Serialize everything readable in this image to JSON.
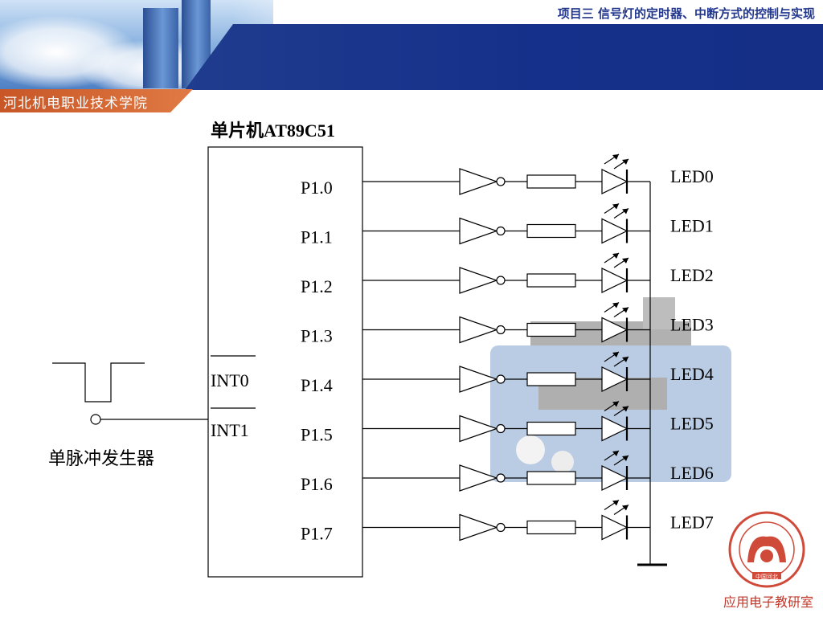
{
  "header": {
    "title": "项目三  信号灯的定时器、中断方式的控制与实现",
    "school": "河北机电职业技术学院"
  },
  "footer": {
    "text": "应用电子教研室"
  },
  "seal": {
    "label": "中国河北"
  },
  "colors": {
    "title": "#23378d",
    "school_band": "#d4602c",
    "footer": "#c0392b",
    "banner_navy": "#1a358c"
  },
  "diagram": {
    "mcu_label": "单片机AT89C51",
    "pins": [
      "P1.0",
      "P1.1",
      "P1.2",
      "P1.3",
      "P1.4",
      "P1.5",
      "P1.6",
      "P1.7"
    ],
    "leds": [
      "LED0",
      "LED1",
      "LED2",
      "LED3",
      "LED4",
      "LED5",
      "LED6",
      "LED7"
    ],
    "int0": "INT0",
    "int1": "INT1",
    "pulse_label": "单脉冲发生器"
  }
}
